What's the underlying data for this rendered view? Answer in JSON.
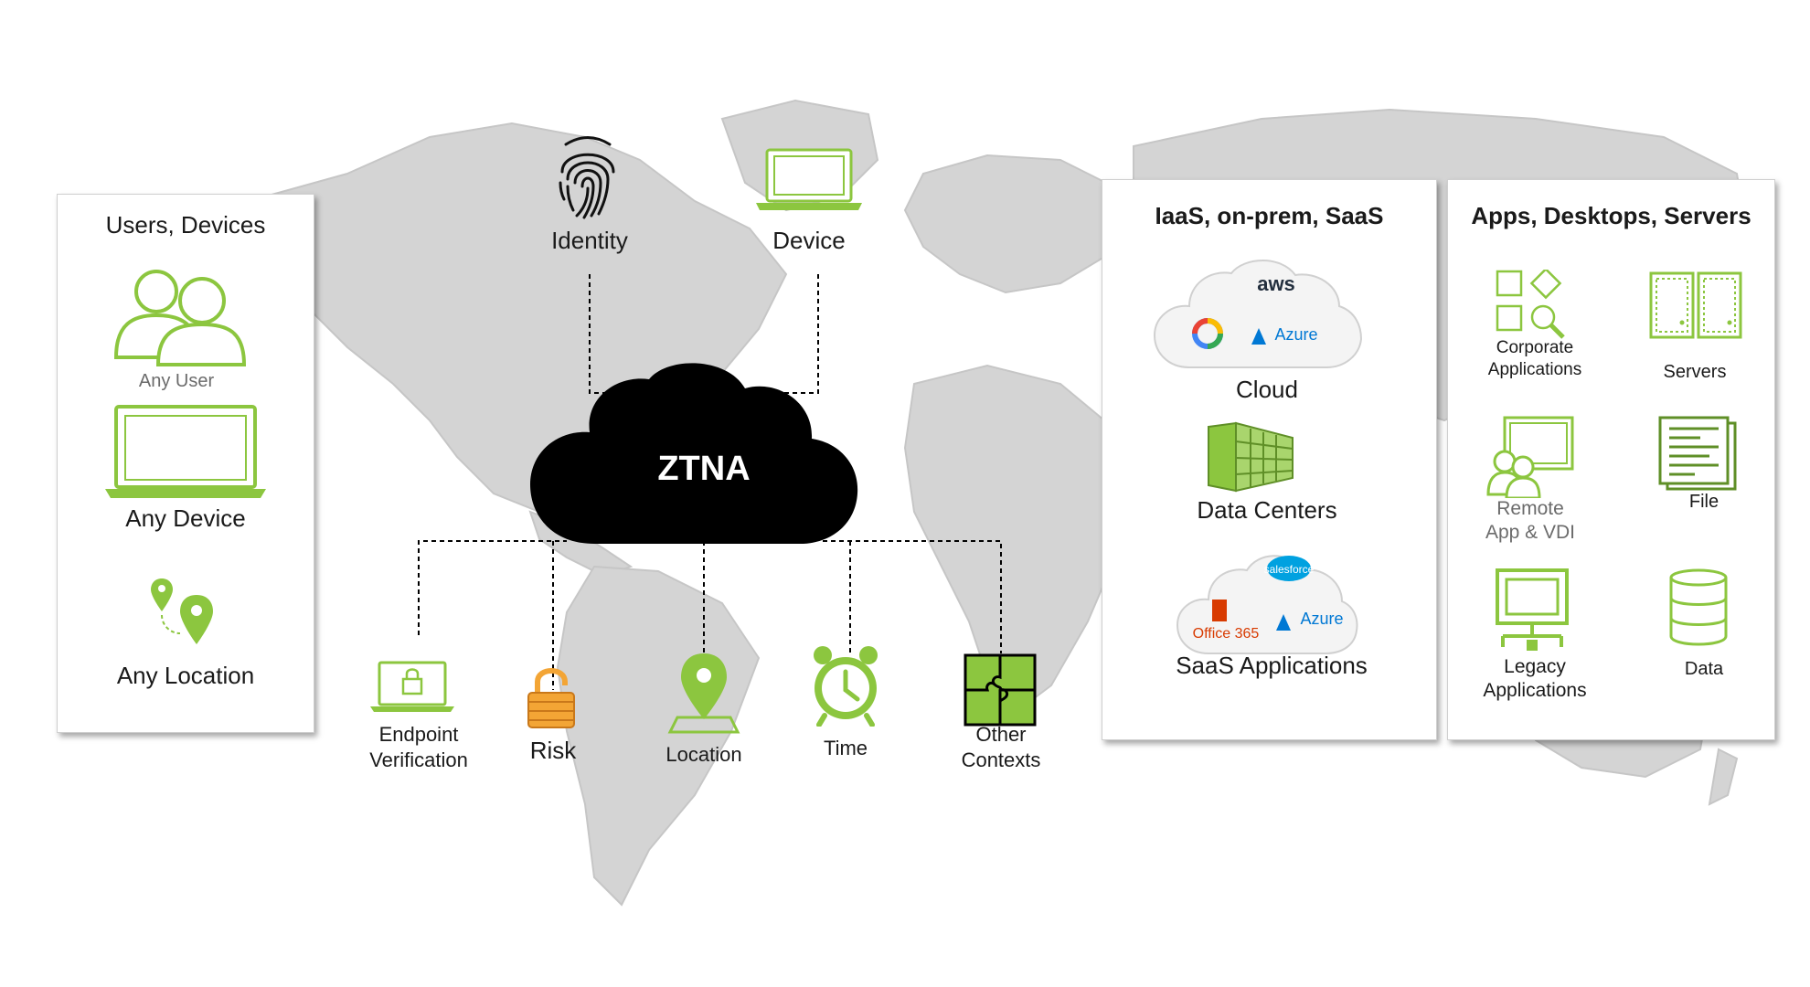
{
  "center": {
    "label": "ZTNA"
  },
  "top_signals": [
    {
      "label": "Identity",
      "icon": "fingerprint-icon"
    },
    {
      "label": "Device",
      "icon": "laptop-icon"
    }
  ],
  "bottom_signals": [
    {
      "line1": "Endpoint",
      "line2": "Verification",
      "icon": "laptop-lock-icon"
    },
    {
      "line1": "Risk",
      "icon": "padlock-icon"
    },
    {
      "line1": "Location",
      "icon": "map-pin-icon"
    },
    {
      "line1": "Time",
      "icon": "alarm-clock-icon"
    },
    {
      "line1": "Other",
      "line2": "Contexts",
      "icon": "puzzle-icon"
    }
  ],
  "left_panel": {
    "title": "Users, Devices",
    "items": [
      {
        "label": "Any User",
        "icon": "users-icon"
      },
      {
        "label": "Any Device",
        "icon": "laptop-icon"
      },
      {
        "label": "Any Location",
        "icon": "location-pins-icon"
      }
    ]
  },
  "mid_panel": {
    "title": "IaaS, on-prem, SaaS",
    "cloud": {
      "label": "Cloud",
      "aws": "aws",
      "azure": "Azure"
    },
    "datacenters": {
      "label": "Data Centers"
    },
    "saas": {
      "label": "SaaS Applications",
      "salesforce": "salesforce",
      "office": "Office 365",
      "azure": "Azure"
    }
  },
  "right_panel": {
    "title": "Apps, Desktops, Servers",
    "items": [
      {
        "line1": "Corporate",
        "line2": "Applications",
        "icon": "app-grid-search-icon"
      },
      {
        "line1": "Servers",
        "icon": "server-icon"
      },
      {
        "line1": "Remote",
        "line2": "App & VDI",
        "icon": "remote-desktop-icon"
      },
      {
        "line1": "File",
        "icon": "file-icon"
      },
      {
        "line1": "Legacy",
        "line2": "Applications",
        "icon": "legacy-computer-icon"
      },
      {
        "line1": "Data",
        "icon": "database-icon"
      }
    ]
  },
  "colors": {
    "accent": "#8cc63f",
    "accent_dark": "#5f8f27",
    "map": "#d4d4d4",
    "cloud": "#000000",
    "risk": "#f3a535"
  }
}
